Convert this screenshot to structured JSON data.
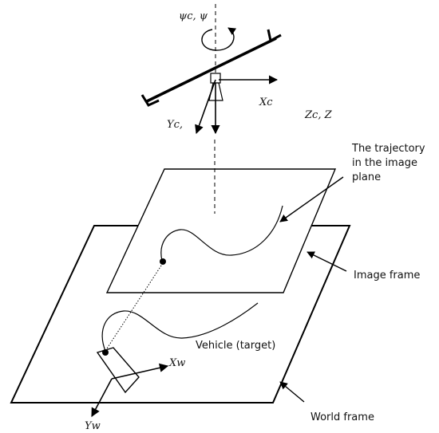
{
  "labels": {
    "psi": "ψc, ψ",
    "xc": "Xc",
    "yc": "Yc,",
    "zc": "Zc, Z",
    "trajectory_line1": "The trajectory",
    "trajectory_line2": "in the image",
    "trajectory_line3": "plane",
    "image_frame": "Image frame",
    "vehicle": "Vehicle (target)",
    "xw": "Xw",
    "yw": "Yw",
    "world_frame": "World frame"
  }
}
